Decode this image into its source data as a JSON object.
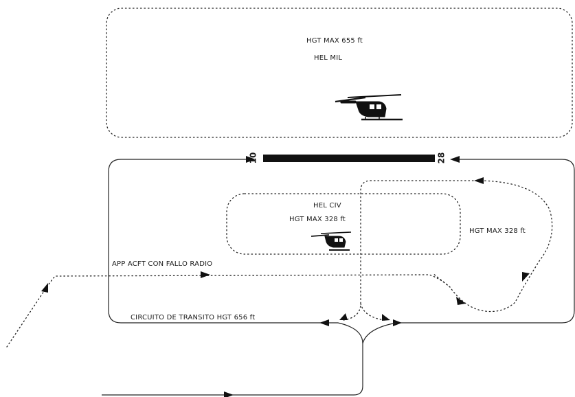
{
  "zones": {
    "military": {
      "height_label": "HGT MAX 655 ft",
      "name_label": "HEL MIL"
    },
    "civil": {
      "name_label": "HEL CIV",
      "height_label": "HGT MAX 328 ft"
    },
    "east_loop": {
      "height_label": "HGT MAX 328 ft"
    }
  },
  "runway": {
    "left_designator": "10",
    "right_designator": "28"
  },
  "routes": {
    "radio_failure": "APP ACFT CON FALLO RADIO",
    "traffic_circuit": "CIRCUITO DE TRANSITO   HGT 656 ft"
  },
  "icons": [
    "helicopter-icon-military",
    "helicopter-icon-civil"
  ]
}
